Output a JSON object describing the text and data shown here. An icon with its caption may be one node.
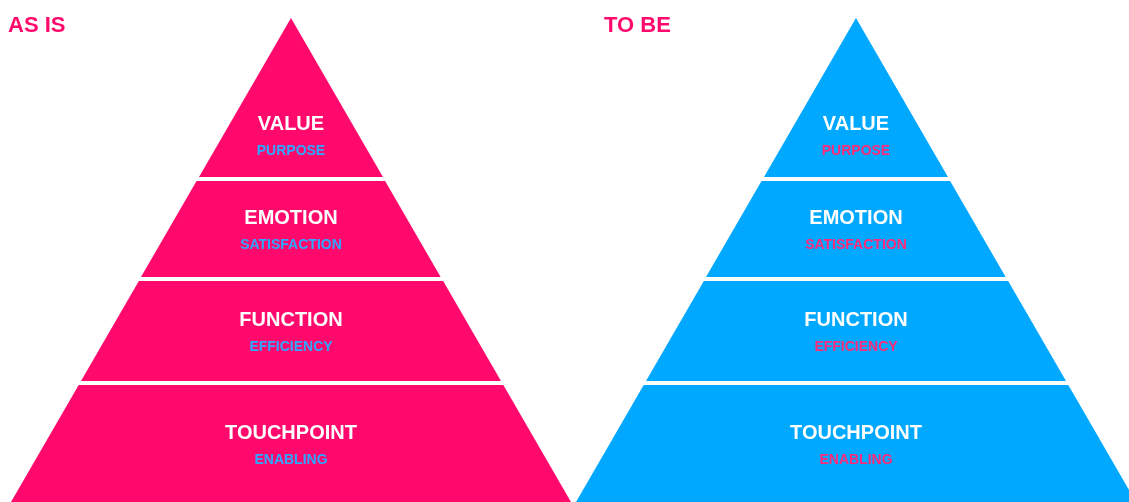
{
  "diagram": {
    "nodes": [
      {
        "text": [
          "VALUE",
          "PURPOSE"
        ]
      },
      {
        "text": [
          "EMOTION",
          "SATISFACTION"
        ]
      },
      {
        "text": [
          "FUNCTION",
          "EFFICIENCY"
        ]
      },
      {
        "text": [
          "TOUCHPOINT",
          "ENABLING"
        ]
      },
      {
        "text": [
          "VALUE",
          "PURPOSE"
        ]
      },
      {
        "text": [
          "EMOTION",
          "SATISFACTION"
        ]
      },
      {
        "text": [
          "FUNCTION",
          "EFFICIENCY"
        ]
      },
      {
        "text": [
          "TOUCHPOINT",
          "ENABLING"
        ]
      }
    ],
    "labels": [
      "AS IS",
      "TO BE"
    ]
  }
}
